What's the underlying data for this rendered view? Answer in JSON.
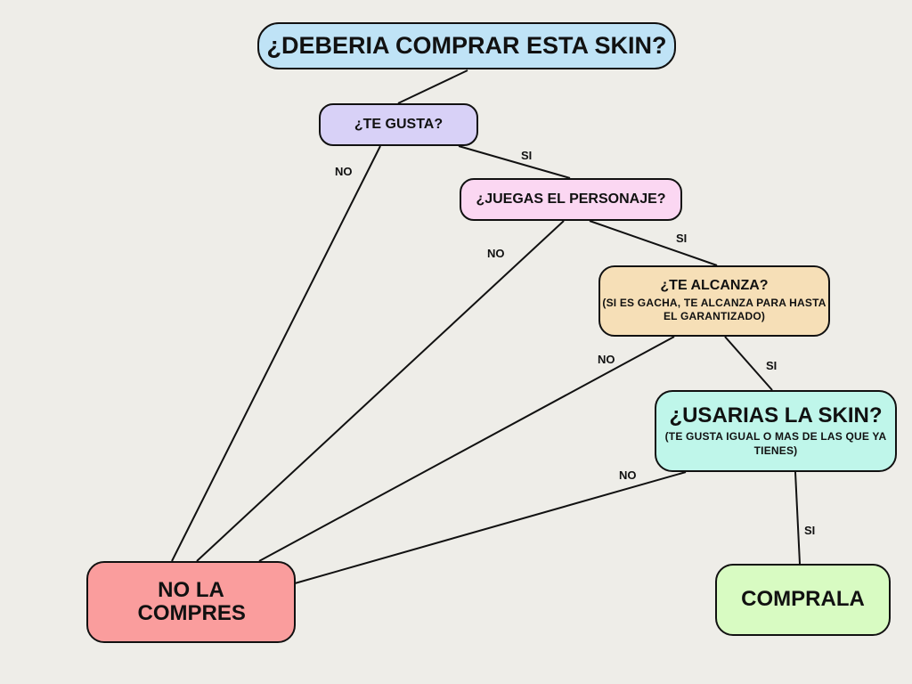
{
  "colors": {
    "background": "#eeede8",
    "title": "#bfe3f6",
    "gusta": "#d8d1f7",
    "juegas": "#fbd7f2",
    "alcanza": "#f6dfb7",
    "usarias": "#bff6ea",
    "nolacompres": "#fa9d9d",
    "comprala": "#d8fbc2"
  },
  "nodes": {
    "title": {
      "text": "¿DEBERIA COMPRAR ESTA SKIN?"
    },
    "gusta": {
      "text": "¿TE GUSTA?"
    },
    "juegas": {
      "text": "¿JUEGAS EL PERSONAJE?"
    },
    "alcanza": {
      "text": "¿TE ALCANZA?",
      "sub": "(SI ES GACHA, TE ALCANZA PARA HASTA EL GARANTIZADO)"
    },
    "usarias": {
      "text": "¿USARIAS LA SKIN?",
      "sub": "(TE GUSTA IGUAL O MAS DE LAS QUE YA TIENES)"
    },
    "nolacompres": {
      "text": "NO LA COMPRES"
    },
    "comprala": {
      "text": "COMPRALA"
    }
  },
  "edges": [
    {
      "from": "title",
      "to": "gusta",
      "label": ""
    },
    {
      "from": "gusta",
      "to": "nolacompres",
      "label": "NO"
    },
    {
      "from": "gusta",
      "to": "juegas",
      "label": "SI"
    },
    {
      "from": "juegas",
      "to": "nolacompres",
      "label": "NO"
    },
    {
      "from": "juegas",
      "to": "alcanza",
      "label": "SI"
    },
    {
      "from": "alcanza",
      "to": "nolacompres",
      "label": "NO"
    },
    {
      "from": "alcanza",
      "to": "usarias",
      "label": "SI"
    },
    {
      "from": "usarias",
      "to": "nolacompres",
      "label": "NO"
    },
    {
      "from": "usarias",
      "to": "comprala",
      "label": "SI"
    }
  ]
}
